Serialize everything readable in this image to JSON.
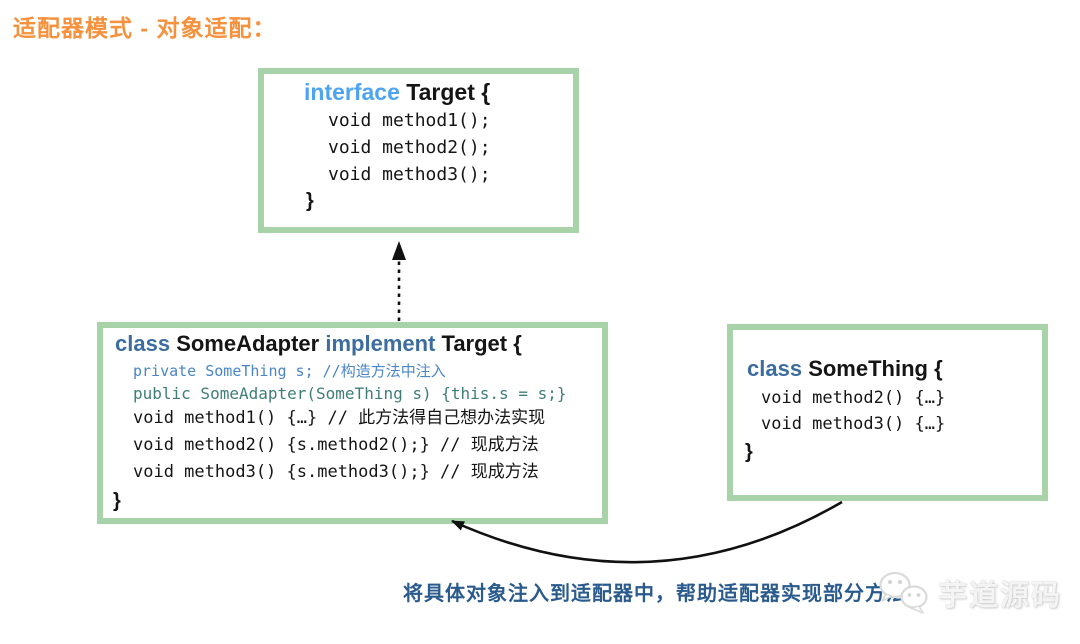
{
  "title": "适配器模式 - 对象适配：",
  "colors": {
    "title_orange": "#F6913D",
    "box_border_green": "#A8D3A8",
    "interface_keyword_blue": "#4FA4F2",
    "class_keyword_blue": "#3C6D9E",
    "private_line_blue": "#4A86C5",
    "public_line_teal": "#3E7D78",
    "annotation_blue": "#2B5B8D",
    "code_black": "#151515",
    "arrow_black": "#111111"
  },
  "target_box": {
    "keyword": "interface",
    "title": "Target {",
    "lines": [
      "void method1();",
      "void method2();",
      "void method3();"
    ],
    "closing_brace": "}"
  },
  "adapter_box": {
    "keyword_class": "class",
    "class_name": "SomeAdapter",
    "keyword_implement": "implement",
    "interface_name": "Target {",
    "private_line": "private SomeThing s; //构造方法中注入",
    "public_line": "public SomeAdapter(SomeThing s) {this.s = s;}",
    "lines": [
      "void method1() {…} // 此方法得自己想办法实现",
      "void method2() {s.method2();} // 现成方法",
      "void method3() {s.method3();} // 现成方法"
    ],
    "closing_brace": "}"
  },
  "something_box": {
    "keyword_class": "class",
    "class_name": "SomeThing {",
    "lines": [
      "void method2() {…}",
      "void method3() {…}"
    ],
    "closing_brace": "}"
  },
  "annotation": "将具体对象注入到适配器中，帮助适配器实现部分方法",
  "watermark": {
    "brand": "芋道源码",
    "logo": "wechat-bubbles-icon"
  }
}
